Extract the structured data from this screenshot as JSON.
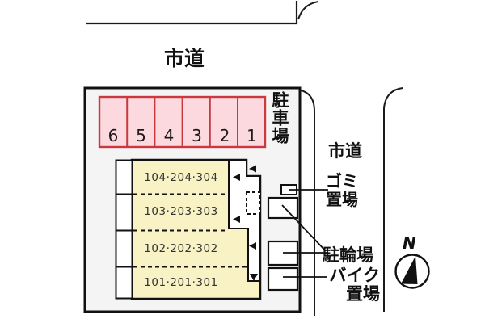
{
  "roads": {
    "top": {
      "label": "市道"
    },
    "right": {
      "label": "市道"
    }
  },
  "site": {
    "parking": {
      "label": "駐車場",
      "stalls": [
        "6",
        "5",
        "4",
        "3",
        "2",
        "1"
      ],
      "fill_color": "#fbd9de",
      "border_color": "#c9393e"
    },
    "building": {
      "fill_color": "#f9f2c4",
      "rooms": [
        "104·204·304",
        "103·203·303",
        "102·202·302",
        "101·201·301"
      ]
    },
    "facilities": {
      "garbage_label": "ゴミ\n置場",
      "bicycle_label": "駐輪場",
      "motorcycle_label": "バイク\n置場"
    },
    "block_fill_color": "#f4f4f4",
    "line_color": "#1a1a1a"
  },
  "compass": {
    "north": "N"
  }
}
